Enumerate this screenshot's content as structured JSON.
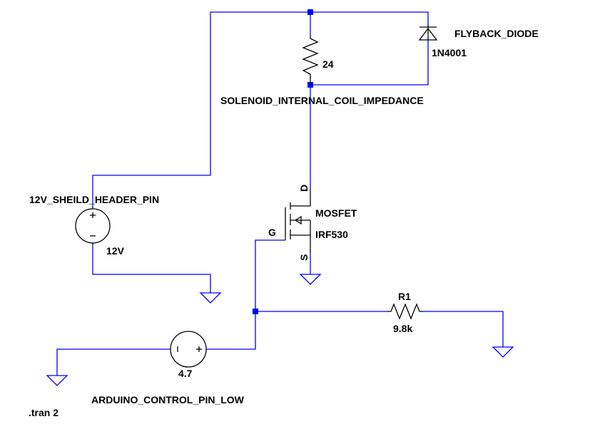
{
  "components": {
    "diode": {
      "name": "FLYBACK_DIODE",
      "value": "1N4001"
    },
    "coil_resistor": {
      "name": "SOLENOID_INTERNAL_COIL_IMPEDANCE",
      "value": "24"
    },
    "supply": {
      "name": "12V_SHEILD_HEADER_PIN",
      "value": "12V",
      "plus": "+",
      "minus": "−"
    },
    "mosfet": {
      "name": "MOSFET",
      "value": "IRF530",
      "drain": "D",
      "gate": "G",
      "source": "S"
    },
    "r1": {
      "name": "R1",
      "value": "9.8k"
    },
    "control_source": {
      "name": "ARDUINO_CONTROL_PIN_LOW",
      "value": "4.7"
    }
  },
  "directive": ".tran 2",
  "colors": {
    "wire": "#0000ff",
    "component": "#000000",
    "junction": "#0000ff"
  }
}
